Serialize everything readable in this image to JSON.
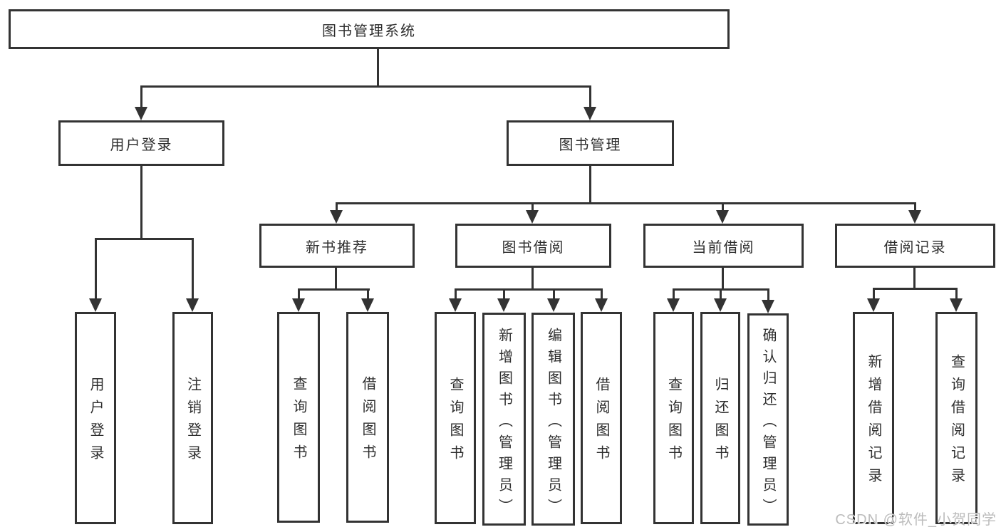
{
  "tree": {
    "label": "图书管理系统",
    "children": [
      {
        "label": "用户登录",
        "children": [
          {
            "label": "用户登录"
          },
          {
            "label": "注销登录"
          }
        ]
      },
      {
        "label": "图书管理",
        "children": [
          {
            "label": "新书推荐",
            "children": [
              {
                "label": "查询图书"
              },
              {
                "label": "借阅图书"
              }
            ]
          },
          {
            "label": "图书借阅",
            "children": [
              {
                "label": "查询图书"
              },
              {
                "label": "新增图书（管理员）"
              },
              {
                "label": "编辑图书（管理员）"
              },
              {
                "label": "借阅图书"
              }
            ]
          },
          {
            "label": "当前借阅",
            "children": [
              {
                "label": "查询图书"
              },
              {
                "label": "归还图书"
              },
              {
                "label": "确认归还（管理员）"
              }
            ]
          },
          {
            "label": "借阅记录",
            "children": [
              {
                "label": "新增借阅记录"
              },
              {
                "label": "查询借阅记录"
              }
            ]
          }
        ]
      }
    ]
  },
  "watermark": {
    "text": "CSDN @软件_小贺同学",
    "color": "#bcbcbc"
  },
  "colors": {
    "line": "#333333",
    "box_border": "#333333",
    "box_fill": "#ffffff",
    "text": "#2e2e2e",
    "background": "#ffffff"
  }
}
